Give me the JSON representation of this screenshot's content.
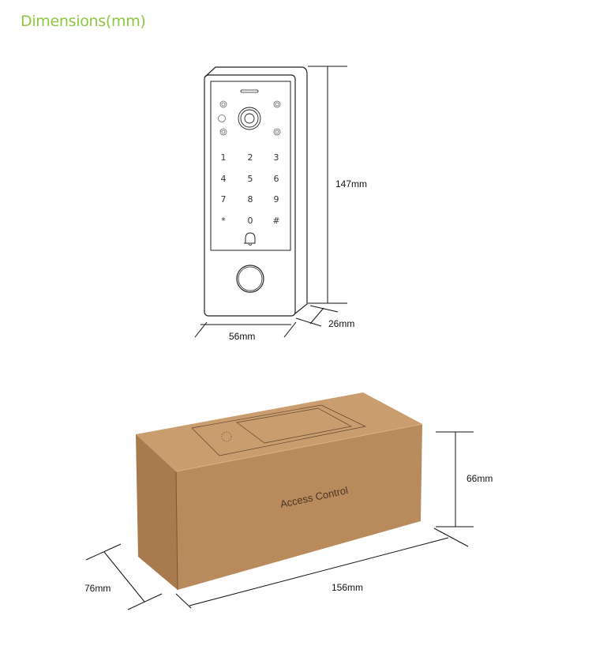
{
  "title": "Dimensions(mm)",
  "device": {
    "keys": [
      "1",
      "2",
      "3",
      "4",
      "5",
      "6",
      "7",
      "8",
      "9",
      "*",
      "0",
      "#"
    ],
    "height_label": "147mm",
    "width_label": "56mm",
    "depth_label": "26mm"
  },
  "box": {
    "print_text": "Access Control",
    "height_label": "66mm",
    "length_label": "156mm",
    "depth_label": "76mm"
  },
  "colors": {
    "accent": "#8dc63f",
    "cardboard_front": "#b88a5c",
    "cardboard_top": "#c99d6e",
    "cardboard_side": "#a87a4e"
  }
}
